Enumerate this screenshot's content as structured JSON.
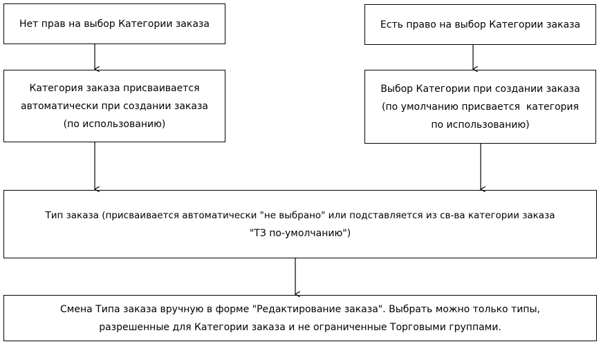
{
  "diagram": {
    "boxes": {
      "no_rights": {
        "lines": [
          "Нет прав на выбор Категории заказа"
        ]
      },
      "has_rights": {
        "lines": [
          "Есть право на выбор Категории заказа"
        ]
      },
      "auto_category": {
        "lines": [
          "Категория заказа присваивается",
          "автоматически при создании заказа",
          "(по использованию)"
        ]
      },
      "select_category": {
        "lines": [
          "Выбор Категории при создании заказа",
          "(по умолчанию присвается  категория",
          "по использованию)"
        ]
      },
      "order_type": {
        "lines": [
          "Тип заказа (присваивается автоматически \"не выбрано\" или подставляется из св-ва категории заказа",
          "\"ТЗ по-умолчанию\")"
        ]
      },
      "change_type": {
        "lines": [
          "Смена Типа заказа вручную в форме \"Редактирование заказа\". Выбрать можно только типы,",
          "разрешенные для Категории заказа и не ограниченные Торговыми группами."
        ]
      }
    },
    "line_color": "#000000",
    "background_color": "#ffffff"
  }
}
